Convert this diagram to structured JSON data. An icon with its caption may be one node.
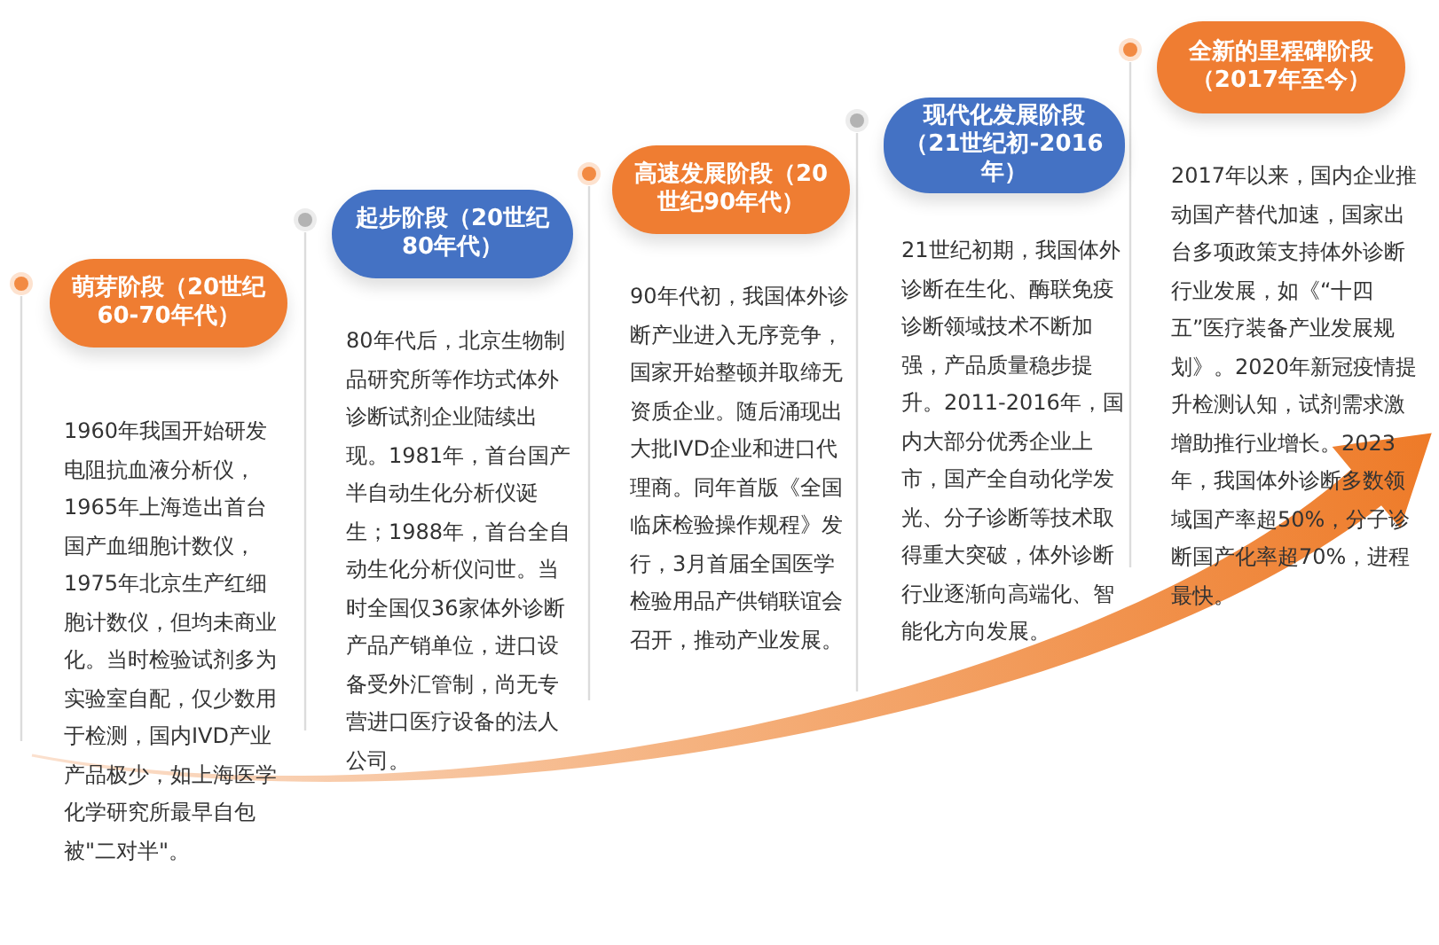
{
  "diagram": {
    "nodes": [
      {
        "text": [
          "萌芽阶段（20世纪60-70年代）"
        ],
        "beside": [
          "1960年我国开始研发电阻抗血液分析仪，1965年上海造出首台国产血细胞计数仪，1975年北京生产红细胞计数仪，但均未商业化。当时检验试剂多为实验室自配，仅少数用于检测，国内IVD产业产品极少，如上海医学化学研究所最早自包被\"二对半\"。"
        ]
      },
      {
        "text": [
          "起步阶段（20世纪80年代）"
        ],
        "beside": [
          "80年代后，北京生物制品研究所等作坊式体外诊断试剂企业陆续出现。1981年，首台国产半自动生化分析仪诞生；1988年，首台全自动生化分析仪问世。当时全国仅36家体外诊断产品产销单位，进口设备受外汇管制，尚无专营进口医疗设备的法人公司。"
        ]
      },
      {
        "text": [
          "高速发展阶段（20世纪90年代）"
        ],
        "beside": [
          "90年代初，我国体外诊断产业进入无序竞争，国家开始整顿并取缔无资质企业。随后涌现出大批IVD企业和进口代理商。同年首版《全国临床检验操作规程》发行，3月首届全国医学检验用品产供销联谊会召开，推动产业发展。"
        ]
      },
      {
        "text": [
          "现代化发展阶段（21世纪初-2016年）"
        ],
        "beside": [
          "21世纪初期，我国体外诊断在生化、酶联免疫诊断领域技术不断加强，产品质量稳步提升。2011-2016年，国内大部分优秀企业上市，国产全自动化学发光、分子诊断等技术取得重大突破，体外诊断行业逐渐向高端化、智能化方向发展。"
        ]
      },
      {
        "text": [
          "全新的里程碑阶段（2017年至今）"
        ],
        "beside": [
          "2017年以来，国内企业推动国产替代加速，国家出台多项政策支持体外诊断行业发展，如《“十四五”医疗装备产业发展规划》。2020年新冠疫情提升检测认知，试剂需求激增助推行业增长。2023年，我国体外诊断多数领域国产率超50%，分子诊断国产化率超70%，进程最快。"
        ]
      }
    ]
  }
}
